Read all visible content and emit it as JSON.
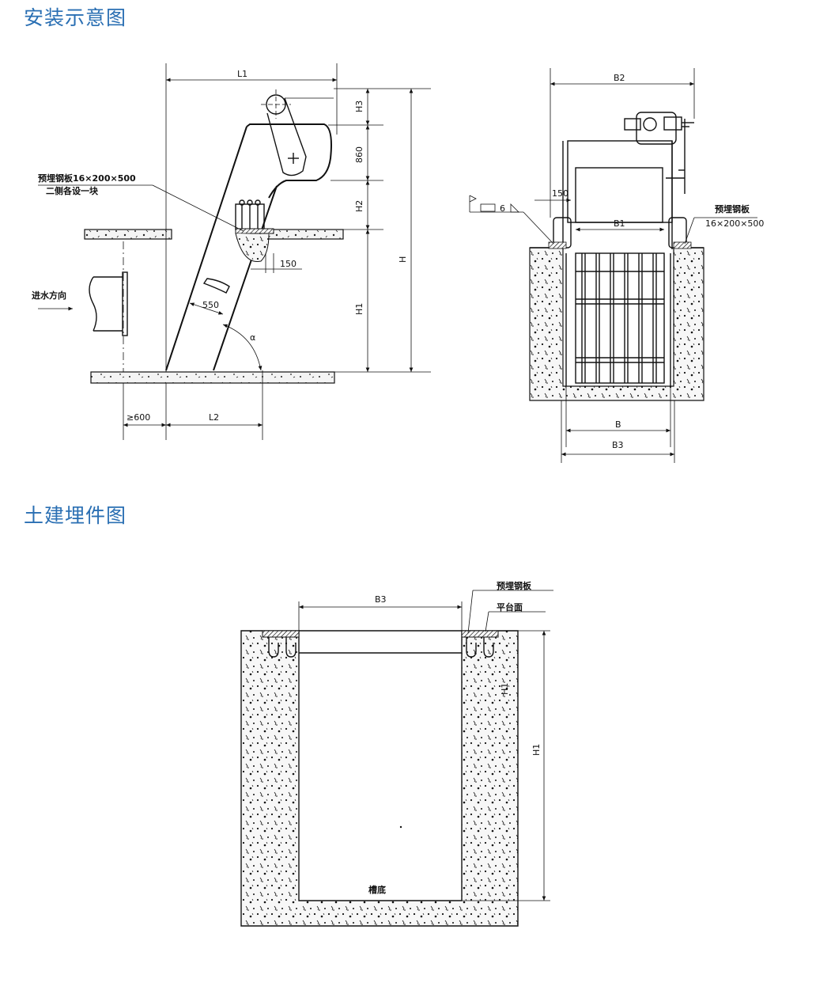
{
  "section_titles": {
    "installation": "安装示意图",
    "civil": "土建埋件图"
  },
  "side_view": {
    "dim_L1": "L1",
    "dim_L2": "L2",
    "dim_H": "H",
    "dim_H1": "H1",
    "dim_H2": "H2",
    "dim_H3": "H3",
    "dim_860": "860",
    "dim_150": "150",
    "dim_550": "550",
    "dim_600": "≥600",
    "angle": "α",
    "plate_note_line1": "预埋钢板16×200×500",
    "plate_note_line2": "二侧各设一块",
    "flow_direction": "进水方向"
  },
  "front_view": {
    "dim_B": "B",
    "dim_B1": "B1",
    "dim_B2": "B2",
    "dim_B3": "B3",
    "dim_150": "150",
    "weld_size": "6",
    "plate_note_line1": "预埋钢板",
    "plate_note_line2": "16×200×500"
  },
  "civil_view": {
    "dim_B3": "B3",
    "dim_H1": "H1",
    "dim_H1_small": "H1",
    "plate_label": "预埋钢板",
    "platform_label": "平台面",
    "bottom_label": "槽底"
  }
}
